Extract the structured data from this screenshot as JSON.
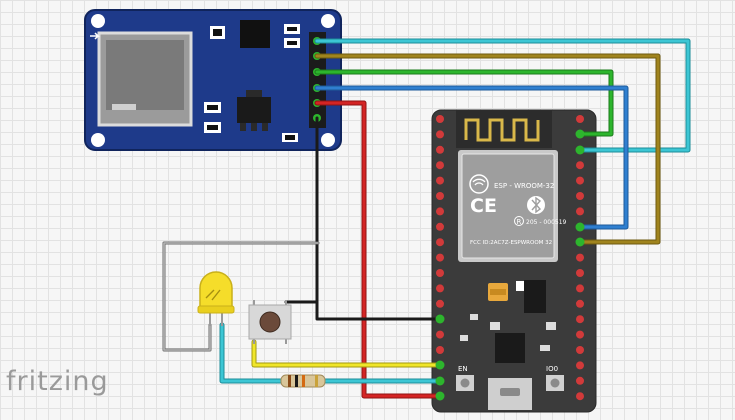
{
  "watermark": "fritzing",
  "esp32": {
    "module_title": "ESP - WROOM-32",
    "ce_mark": "CE",
    "r_code": "205 - 000519",
    "fcc_line": "FCC ID:2AC7Z-ESPWROOM 32",
    "button_en": "EN",
    "button_io0": "IO0"
  },
  "colors": {
    "board_blue": "#1e3a8a",
    "esp_board": "#3b3b3b",
    "wire_cyan": "#3cc6d4",
    "wire_brown": "#a0841e",
    "wire_green": "#2db52d",
    "wire_blue": "#2f7fd0",
    "wire_red": "#d42424",
    "wire_black": "#1a1a1a",
    "wire_yellow": "#f0e62a",
    "wire_gray": "#8a8a8a",
    "led": "#f5dd2a"
  },
  "icons": [
    "wifi-icon",
    "ce-mark-icon",
    "r-mark-icon",
    "usb-port-icon"
  ]
}
